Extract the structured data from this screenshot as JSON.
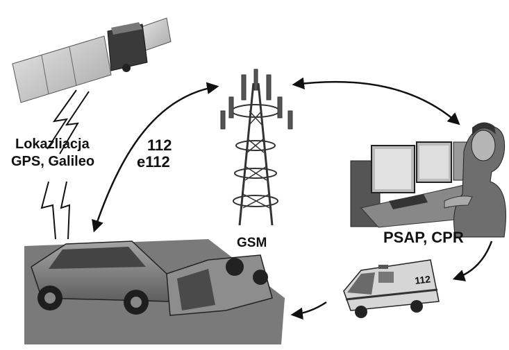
{
  "labels": {
    "location_line1": "Lokazliacja",
    "location_line2": "GPS, Galileo",
    "call_line1": "112",
    "call_line2": "e112",
    "network": "GSM",
    "dispatch": "PSAP, CPR",
    "ambulance_text": "112"
  },
  "colors": {
    "ink": "#111111",
    "panel": "#c9c9c9",
    "road": "#777777",
    "car": "#8a8a8a",
    "van": "#d6d6d6"
  },
  "icons": {
    "satellite": "satellite-icon",
    "tower": "gsm-tower-icon",
    "operator": "dispatch-operator-icon",
    "ambulance": "ambulance-icon",
    "crash": "car-crash-icon"
  }
}
